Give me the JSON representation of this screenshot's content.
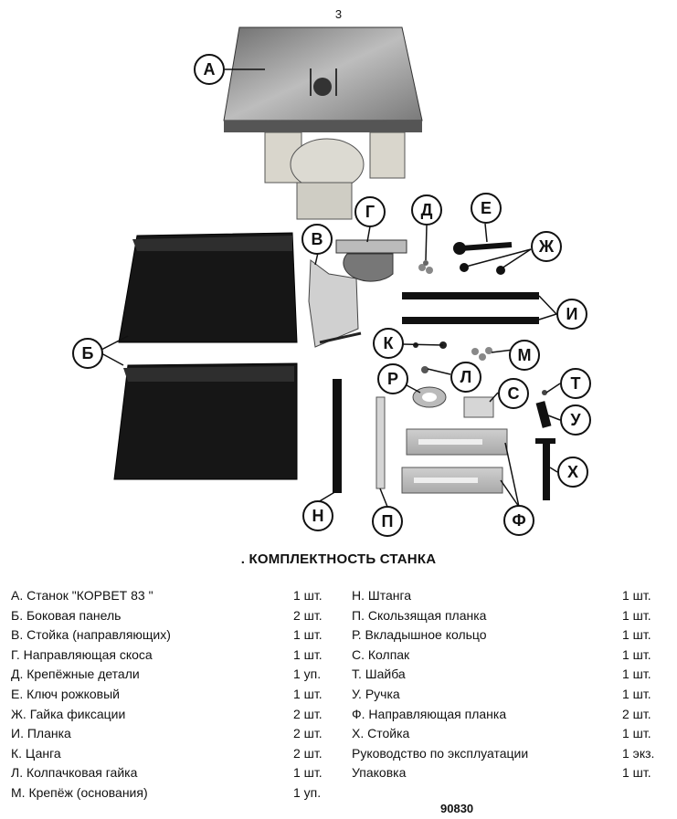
{
  "page_number": "3",
  "figure": {
    "callouts": [
      "А",
      "Б",
      "В",
      "Г",
      "Д",
      "Е",
      "Ж",
      "И",
      "К",
      "Л",
      "М",
      "Н",
      "П",
      "Р",
      "С",
      "Т",
      "У",
      "Ф",
      "Х"
    ]
  },
  "section_title": ". КОМПЛЕКТНОСТЬ СТАНКА",
  "left_items": [
    {
      "name": "А. Станок \"КОРВЕТ 83 \"",
      "qty": "1 шт."
    },
    {
      "name": "Б. Боковая панель",
      "qty": "2 шт."
    },
    {
      "name": "В. Стойка (направляющих)",
      "qty": "1 шт."
    },
    {
      "name": "Г. Направляющая скоса",
      "qty": "1 шт."
    },
    {
      "name": "Д. Крепёжные детали",
      "qty": "1 уп."
    },
    {
      "name": "Е. Ключ рожковый",
      "qty": "1 шт."
    },
    {
      "name": "Ж. Гайка фиксации",
      "qty": "2 шт."
    },
    {
      "name": "И. Планка",
      "qty": "2 шт."
    },
    {
      "name": "К. Цанга",
      "qty": "2 шт."
    },
    {
      "name": "Л. Колпачковая  гайка",
      "qty": "1 шт."
    },
    {
      "name": "М. Крепёж (основания)",
      "qty": "1 уп."
    }
  ],
  "right_items": [
    {
      "name": "Н. Штанга",
      "qty": "1 шт."
    },
    {
      "name": "П. Скользящая планка",
      "qty": "1 шт."
    },
    {
      "name": "Р. Вкладышное кольцо",
      "qty": "1 шт."
    },
    {
      "name": "С. Колпак",
      "qty": "1 шт."
    },
    {
      "name": "Т. Шайба",
      "qty": "1 шт."
    },
    {
      "name": "У. Ручка",
      "qty": "1 шт."
    },
    {
      "name": "Ф. Направляющая планка",
      "qty": "2 шт."
    },
    {
      "name": "Х. Стойка",
      "qty": "1 шт."
    },
    {
      "name": "Руководство по эксплуатации",
      "qty": "1 экз."
    },
    {
      "name": "Упаковка",
      "qty": "1 шт."
    }
  ],
  "doc_code": "90830"
}
